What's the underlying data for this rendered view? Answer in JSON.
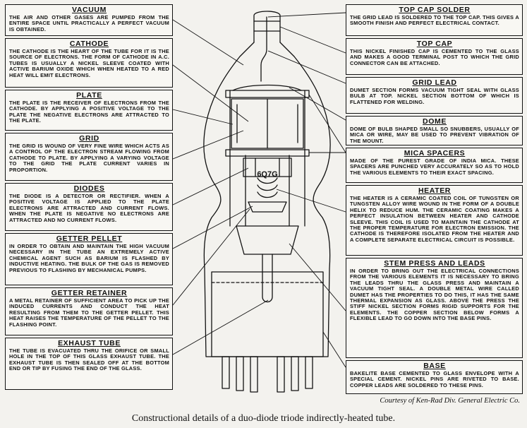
{
  "callouts": {
    "vacuum": {
      "title": "VACUUM",
      "text": "THE AIR AND OTHER GASES ARE PUMPED FROM THE ENTIRE SPACE UNTIL PRACTICALLY A PERFECT VACUUM IS OBTAINED."
    },
    "cathode": {
      "title": "CATHODE",
      "text": "THE CATHODE IS THE HEART OF THE TUBE FOR IT IS THE SOURCE OF ELECTRONS. THE FORM OF CATHODE IN A.C. TUBES IS USUALLY A NICKEL SLEEVE COATED WITH ACTIVE BARIUM OXIDE WHICH WHEN HEATED TO A RED HEAT WILL EMIT ELECTRONS."
    },
    "plate": {
      "title": "PLATE",
      "text": "THE PLATE IS THE RECEIVER OF ELECTRONS FROM THE CATHODE. BY APPLYING A POSITIVE VOLTAGE TO THE PLATE THE NEGATIVE ELECTRONS ARE ATTRACTED TO THE PLATE."
    },
    "grid": {
      "title": "GRID",
      "text": "THE GRID IS WOUND OF VERY FINE WIRE WHICH ACTS AS A CONTROL OF THE ELECTRON STREAM FLOWING FROM CATHODE TO PLATE. BY APPLYING A VARYING VOLTAGE TO THE GRID THE PLATE CURRENT VARIES IN PROPORTION."
    },
    "diodes": {
      "title": "DIODES",
      "text": "THE DIODE IS A DETECTOR OR RECTIFIER. WHEN A POSITIVE VOLTAGE IS APPLIED TO THE PLATE ELECTRONS ARE ATTRACTED AND CURRENT FLOWS. WHEN THE PLATE IS NEGATIVE NO ELECTRONS ARE ATTRACTED AND NO CURRENT FLOWS."
    },
    "getter_pellet": {
      "title": "GETTER PELLET",
      "text": "IN ORDER TO OBTAIN AND MAINTAIN THE HIGH VACUUM NECESSARY IN THE TUBE AN EXTREMELY ACTIVE CHEMICAL AGENT SUCH AS BARIUM IS FLASHED BY INDUCTIVE HEATING. THE BULK OF THE GAS IS REMOVED PREVIOUS TO FLASHING BY MECHANICAL PUMPS."
    },
    "getter_retainer": {
      "title": "GETTER RETAINER",
      "text": "A METAL RETAINER OF SUFFICIENT AREA TO PICK UP THE INDUCED CURRENTS AND CONDUCT THE HEAT RESULTING FROM THEM TO THE GETTER PELLET. THIS HEAT RAISES THE TEMPERATURE OF THE PELLET TO THE FLASHING POINT."
    },
    "exhaust_tube": {
      "title": "EXHAUST TUBE",
      "text": "THE TUBE IS EVACUATED THRU THE ORIFICE OR SMALL HOLE IN THE TOP OF THIS GLASS EXHAUST TUBE. THE EXHAUST TUBE IS THEN SEALED OFF AT THE BOTTOM END OR TIP BY FUSING THE END OF THE GLASS."
    },
    "top_cap_solder": {
      "title": "TOP CAP SOLDER",
      "text": "THE GRID LEAD IS SOLDERED TO THE TOP CAP. THIS GIVES A SMOOTH FINISH AND PERFECT ELECTRICAL CONTACT."
    },
    "top_cap": {
      "title": "TOP CAP",
      "text": "THIS NICKEL FINISHED CAP IS CEMENTED TO THE GLASS AND MAKES A GOOD TERMINAL POST TO WHICH THE GRID CONNECTOR CAN BE ATTACHED."
    },
    "grid_lead": {
      "title": "GRID LEAD",
      "text": "DUMET SECTION FORMS VACUUM TIGHT SEAL WITH GLASS BULB AT TOP. NICKEL SECTION BOTTOM OF WHICH IS FLATTENED FOR WELDING."
    },
    "dome": {
      "title": "DOME",
      "text": "DOME OF BULB SHAPED SMALL SO SNUBBERS, USUALLY OF MICA OR WIRE, MAY BE USED TO PREVENT VIBRATION OF THE MOUNT."
    },
    "mica_spacers": {
      "title": "MICA SPACERS",
      "text": "MADE OF THE PUREST GRADE OF INDIA MICA. THESE SPACERS ARE PUNCHED VERY ACCURATELY SO AS TO HOLD THE VARIOUS ELEMENTS TO THEIR EXACT SPACING."
    },
    "heater": {
      "title": "HEATER",
      "text": "THE HEATER IS A CERAMIC COATED COIL OF TUNGSTEN OR TUNGSTEN ALLOY WIRE WOUND IN THE FORM OF A DOUBLE HELIX TO REDUCE HUM. THE CERAMIC COATING MAKES A PERFECT INSULATION BETWEEN HEATER AND CATHODE SLEEVE. THIS COIL IS USED TO MAINTAIN THE CATHODE AT THE PROPER TEMPERATURE FOR ELECTRON EMISSION. THE CATHODE IS THEREFORE ISOLATED FROM THE HEATER AND A COMPLETE SEPARATE ELECTRICAL CIRCUIT IS POSSIBLE."
    },
    "stem_press": {
      "title": "STEM PRESS AND LEADS",
      "text": "IN ORDER TO BRING OUT THE ELECTRICAL CONNECTIONS FROM THE VARIOUS ELEMENTS IT IS NECESSARY TO BRING THE LEADS THRU THE GLASS PRESS AND MAINTAIN A VACUUM TIGHT SEAL. A DOUBLE METAL WIRE CALLED DUMET HAS THE PROPERTIES TO DO THIS, IT HAS THE SAME THERMAL EXPANSION AS GLASS. ABOVE THE PRESS THE STIFF NICKEL SECTION FORMS RIGID SUPPORTS FOR THE ELEMENTS. THE COPPER SECTION BELOW FORMS A FLEXIBLE LEAD TO GO DOWN INTO THE BASE PINS."
    },
    "base": {
      "title": "BASE",
      "text": "BAKELITE BASE CEMENTED TO GLASS ENVELOPE WITH A SPECIAL CEMENT. NICKEL PINS ARE RIVETED TO BASE. COPPER LEADS ARE SOLDERED TO THESE PINS."
    }
  },
  "tube_label": "6Q7G",
  "courtesy": "Courtesy of Ken-Rad Div. General Electric Co.",
  "caption": "Constructional details of a duo-diode triode indirectly-heated tube."
}
